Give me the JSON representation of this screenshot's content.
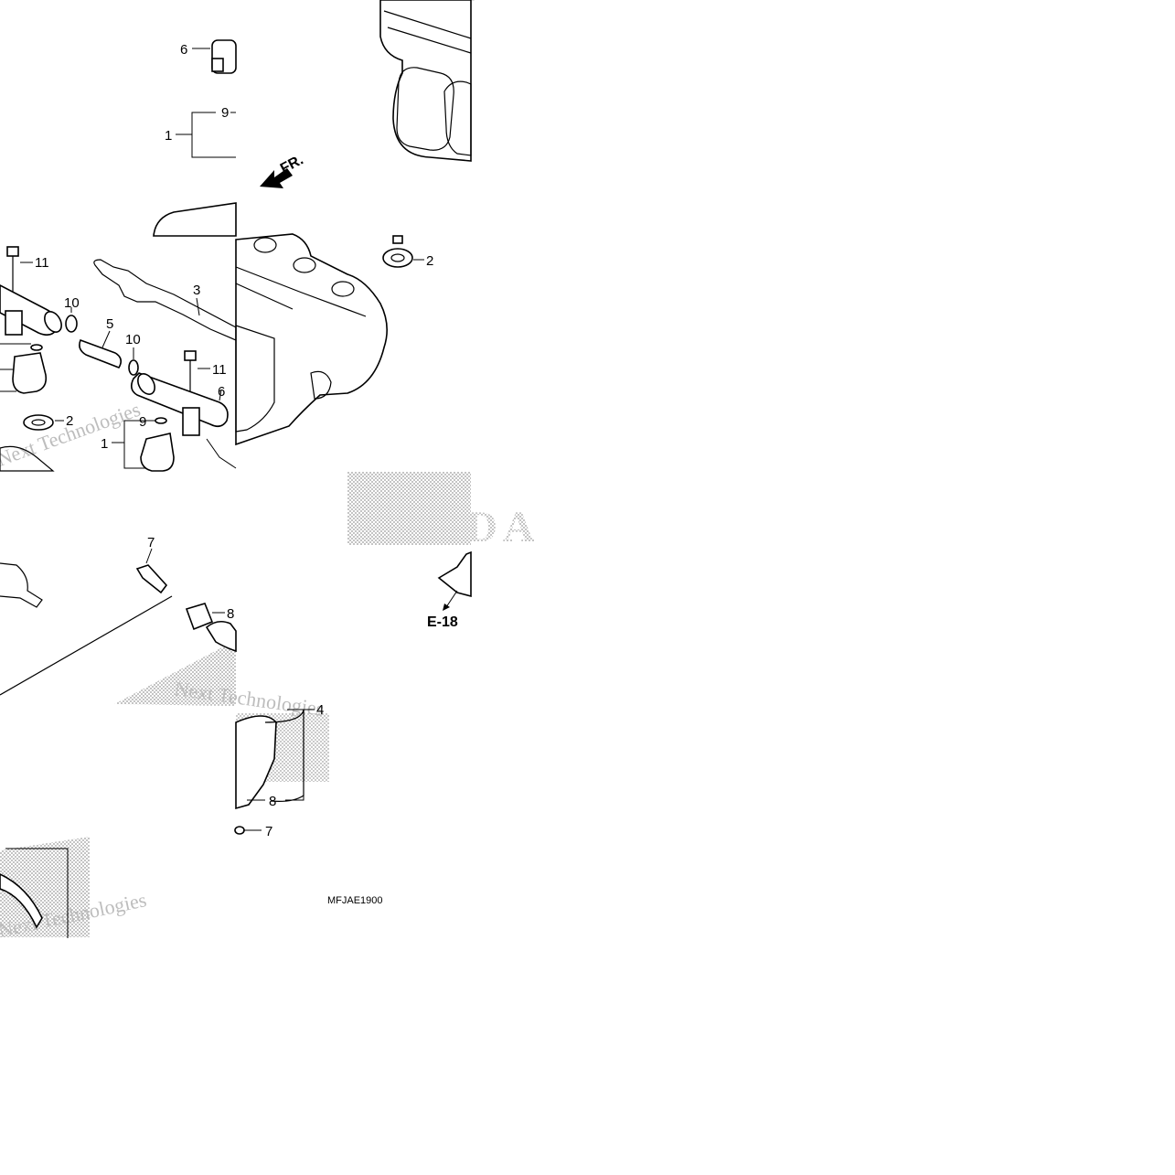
{
  "diagram": {
    "direction_label": "FR.",
    "ref_label": "E-18",
    "diagram_code": "MFJAE1900",
    "callouts": {
      "c6_top": "6",
      "c9_top": "9",
      "c1_top": "1",
      "c11_a": "11",
      "c10_a": "10",
      "c5": "5",
      "c10_b": "10",
      "c3": "3",
      "c11_b": "11",
      "c6_mid": "6",
      "c2_left": "2",
      "c9_mid": "9",
      "c1_mid": "1",
      "c2_right": "2",
      "c7_top": "7",
      "c8_top": "8",
      "c4": "4",
      "c8_bot": "8",
      "c7_bot": "7"
    },
    "watermark": {
      "line1": "Next Technologies",
      "brand": "HONDA"
    }
  }
}
